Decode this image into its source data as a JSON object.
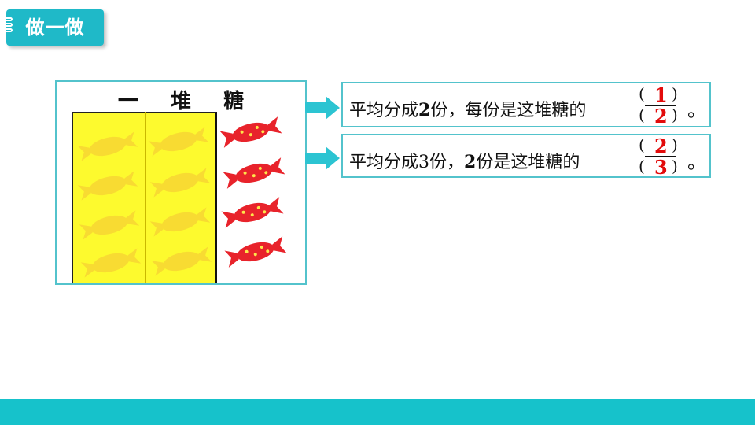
{
  "header": {
    "title": "做一做"
  },
  "panel": {
    "title_chars": [
      "一",
      "堆",
      "糖"
    ]
  },
  "statements": [
    {
      "lead": "平均分成",
      "count": "2",
      "mid": "份，每份是这堆糖的",
      "numerator": "1",
      "denominator": "2",
      "end": "。"
    },
    {
      "lead": "平均分成3份，",
      "count": "2",
      "mid": "份是这堆糖的",
      "numerator": "2",
      "denominator": "3",
      "end": "。"
    }
  ],
  "colors": {
    "accent": "#16c2cb",
    "panel_border": "#53c3cc",
    "yellow_fill": "#fdfa2e",
    "answer_red": "#e30b0b",
    "candy_red": "#e8232b"
  },
  "icons": {
    "candy": "candy-icon",
    "arrow": "arrow-right-icon"
  }
}
